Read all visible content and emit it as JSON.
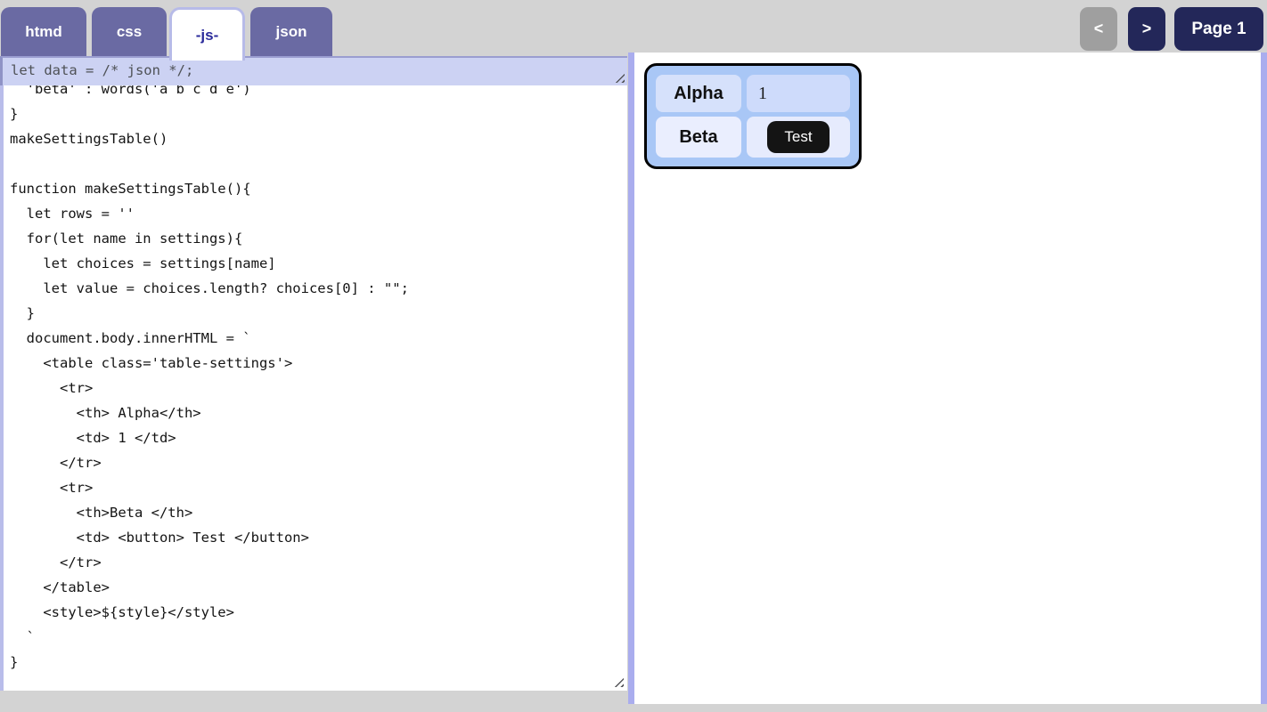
{
  "tabs": [
    {
      "label": "htmd",
      "active": false
    },
    {
      "label": "css",
      "active": false
    },
    {
      "label": "-js-",
      "active": true
    },
    {
      "label": "json",
      "active": false
    }
  ],
  "active_tab": "-js-",
  "pager": {
    "prev_label": "<",
    "next_label": ">",
    "page_label": "Page 1",
    "prev_enabled": false,
    "next_enabled": true
  },
  "editor": {
    "pinned_line": "let data = /* json */;",
    "code": "  'beta' : words('a b c d e')\n}\nmakeSettingsTable()\n\nfunction makeSettingsTable(){\n  let rows = ''\n  for(let name in settings){\n    let choices = settings[name]\n    let value = choices.length? choices[0] : \"\";\n  }\n  document.body.innerHTML = `\n    <table class='table-settings'>\n      <tr>\n        <th> Alpha</th>\n        <td> 1 </td>\n      </tr>\n      <tr>\n        <th>Beta </th>\n        <td> <button> Test </button>\n      </tr>\n    </table>\n    <style>${style}</style>\n  `\n}"
  },
  "preview": {
    "table": {
      "rows": [
        {
          "header": "Alpha",
          "value": "1",
          "value_type": "text"
        },
        {
          "header": "Beta",
          "value": "Test",
          "value_type": "button"
        }
      ]
    }
  },
  "colors": {
    "page_background": "#d3d3d3",
    "tab_inactive": "#6a6aa3",
    "tab_active_text": "#2b2b9b",
    "tab_active_border": "#b7bbe8",
    "pinned_line_background": "#ccd2f3",
    "nav_button": "#232759",
    "nav_button_disabled": "#9f9f9f",
    "panel_border": "#aaadee",
    "preview_table_background": "#a9c7f6",
    "test_button_background": "#141414"
  }
}
